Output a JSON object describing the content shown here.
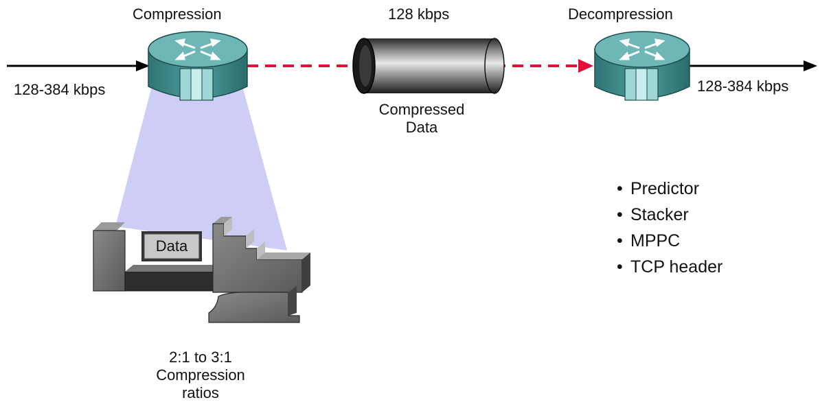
{
  "labels": {
    "compression": "Compression",
    "decompression": "Decompression",
    "link_rate": "128 kbps",
    "input_rate": "128-384 kbps",
    "output_rate": "128-384 kbps",
    "compressed_data_line1": "Compressed",
    "compressed_data_line2": "Data",
    "vise_data": "Data",
    "ratio_line1": "2:1 to 3:1",
    "ratio_line2": "Compression",
    "ratio_line3": "ratios"
  },
  "algorithms": [
    "Predictor",
    "Stacker",
    "MPPC",
    "TCP header"
  ],
  "colors": {
    "router_body": "#3f8f8f",
    "router_top": "#6fb6b6",
    "beam": "#c8c8f5",
    "dashed_link": "#e0103a",
    "vise": "#6e6e6e"
  },
  "icons": [
    "router-icon",
    "pipe-icon",
    "vise-icon",
    "arrow-icon"
  ]
}
